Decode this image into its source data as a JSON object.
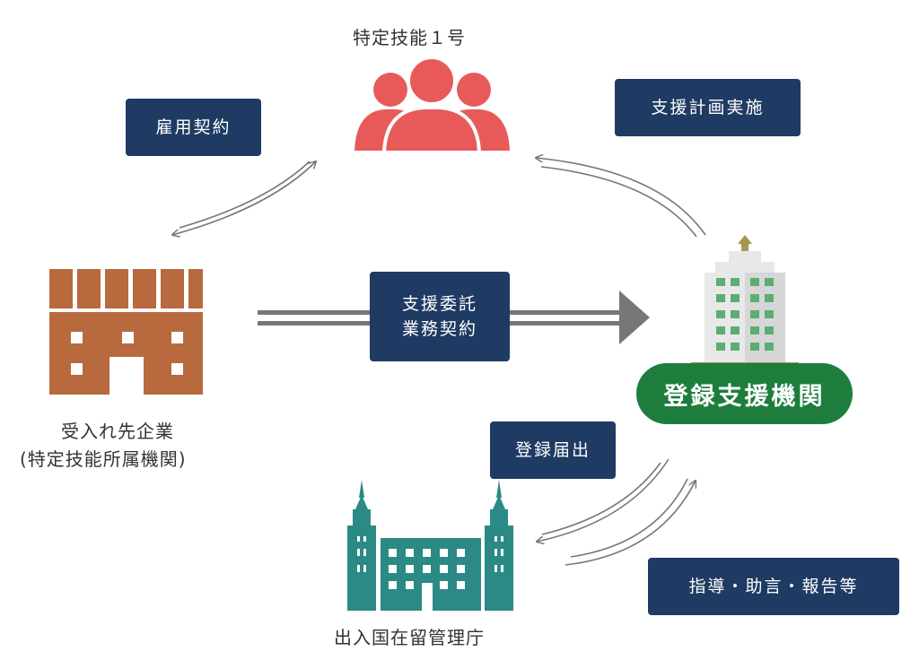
{
  "nodes": {
    "worker_label": "特定技能１号",
    "company_label_line1": "受入れ先企業",
    "company_label_line2": "(特定技能所属機関)",
    "agency_label": "出入国在留管理庁",
    "support_org_label": "登録支援機関"
  },
  "edge_labels": {
    "employment": "雇用契約",
    "support_plan": "支援計画実施",
    "consignment_line1": "支援委託",
    "consignment_line2": "業務契約",
    "registration": "登録届出",
    "guidance": "指導・助言・報告等"
  },
  "colors": {
    "label_box": "#1f3a63",
    "worker_icon": "#e85a5a",
    "company_icon": "#b8693e",
    "agency_icon": "#2b8a86",
    "support_pill": "#1e7d3c",
    "arrow": "#777777"
  }
}
